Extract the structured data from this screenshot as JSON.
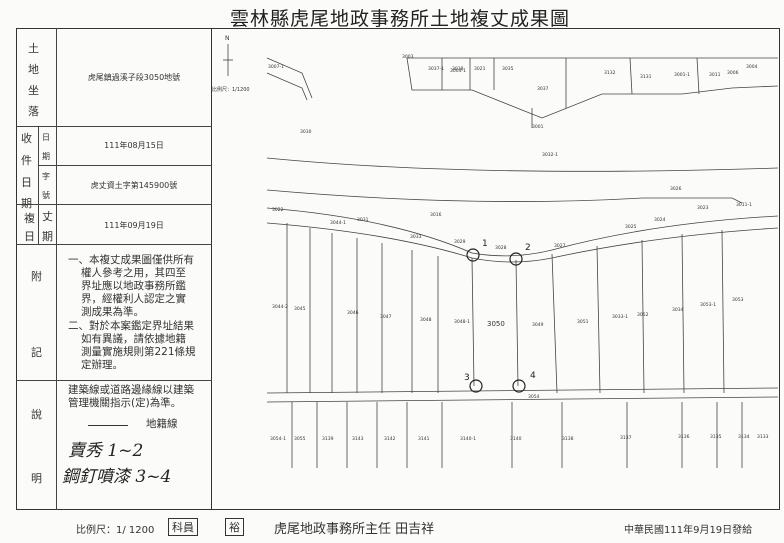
{
  "title": "雲林縣虎尾地政事務所土地複丈成果圖",
  "table": {
    "land_location_label": [
      "土",
      "地",
      "坐",
      "落"
    ],
    "land_location_value": "虎尾鎮過溪子段3050地號",
    "receipt_label": [
      "收",
      "件",
      "日",
      "期"
    ],
    "date_label": [
      "日",
      "期"
    ],
    "date_value": "111年08月15日",
    "word_label": [
      "字",
      "號"
    ],
    "word_value": "虎丈資土字第145900號",
    "survey_label": [
      "複",
      "丈",
      "日",
      "期"
    ],
    "survey_value": "111年09月19日",
    "notes_label": [
      "附",
      "記"
    ],
    "note1": [
      "一、本複丈成果圖僅供所有",
      "權人參考之用，其四至",
      "界址應以地政事務所鑑",
      "界，經權利人認定之實",
      "測成果為準。"
    ],
    "note2": [
      "二、對於本案鑑定界址結果",
      "如有異議，請依據地籍",
      "測量實施規則第221條規",
      "定辦理。"
    ],
    "explain_label": [
      "說",
      "明"
    ],
    "explain1": [
      "建築線或道路邊緣線以建築",
      "管理機關指示(定)為準。"
    ],
    "explain2": "地籍線",
    "handwriting1": "賣秀 1~2",
    "handwriting2": "鋼釘噴漆 3~4"
  },
  "map": {
    "north": "N",
    "scale_note": "比例尺：1/1200",
    "parcel_main": "3050",
    "parcels": [
      "3030",
      "3032-1",
      "3031",
      "3033",
      "3029",
      "3028",
      "3027",
      "3025",
      "3024",
      "3023",
      "3026",
      "3037",
      "3016",
      "3033-1",
      "3034",
      "3037-1",
      "3038",
      "3035",
      "3011",
      "3003",
      "3004-1",
      "3021",
      "3022",
      "3044-1",
      "3044-2",
      "3045",
      "3046",
      "3047",
      "3048",
      "3048-1",
      "3049",
      "3051",
      "3052",
      "3053-1",
      "3053",
      "3054",
      "3054-1",
      "3055",
      "3139",
      "3143",
      "3142",
      "3141",
      "3140-1",
      "3140",
      "3138",
      "3137",
      "3136",
      "3135",
      "3134",
      "3133",
      "3132",
      "3131",
      "3001-1",
      "3004",
      "3006",
      "3007-1",
      "3001",
      "3011-1",
      "3019",
      "3042"
    ],
    "points": [
      "1",
      "2",
      "3",
      "4"
    ]
  },
  "footer": {
    "scale": "比例尺：1/ 1200",
    "stamp1": "科員",
    "stamp2": "裕",
    "director": "虎尾地政事務所主任 田吉祥",
    "issue_date": "中華民國111年9月19日發給"
  }
}
